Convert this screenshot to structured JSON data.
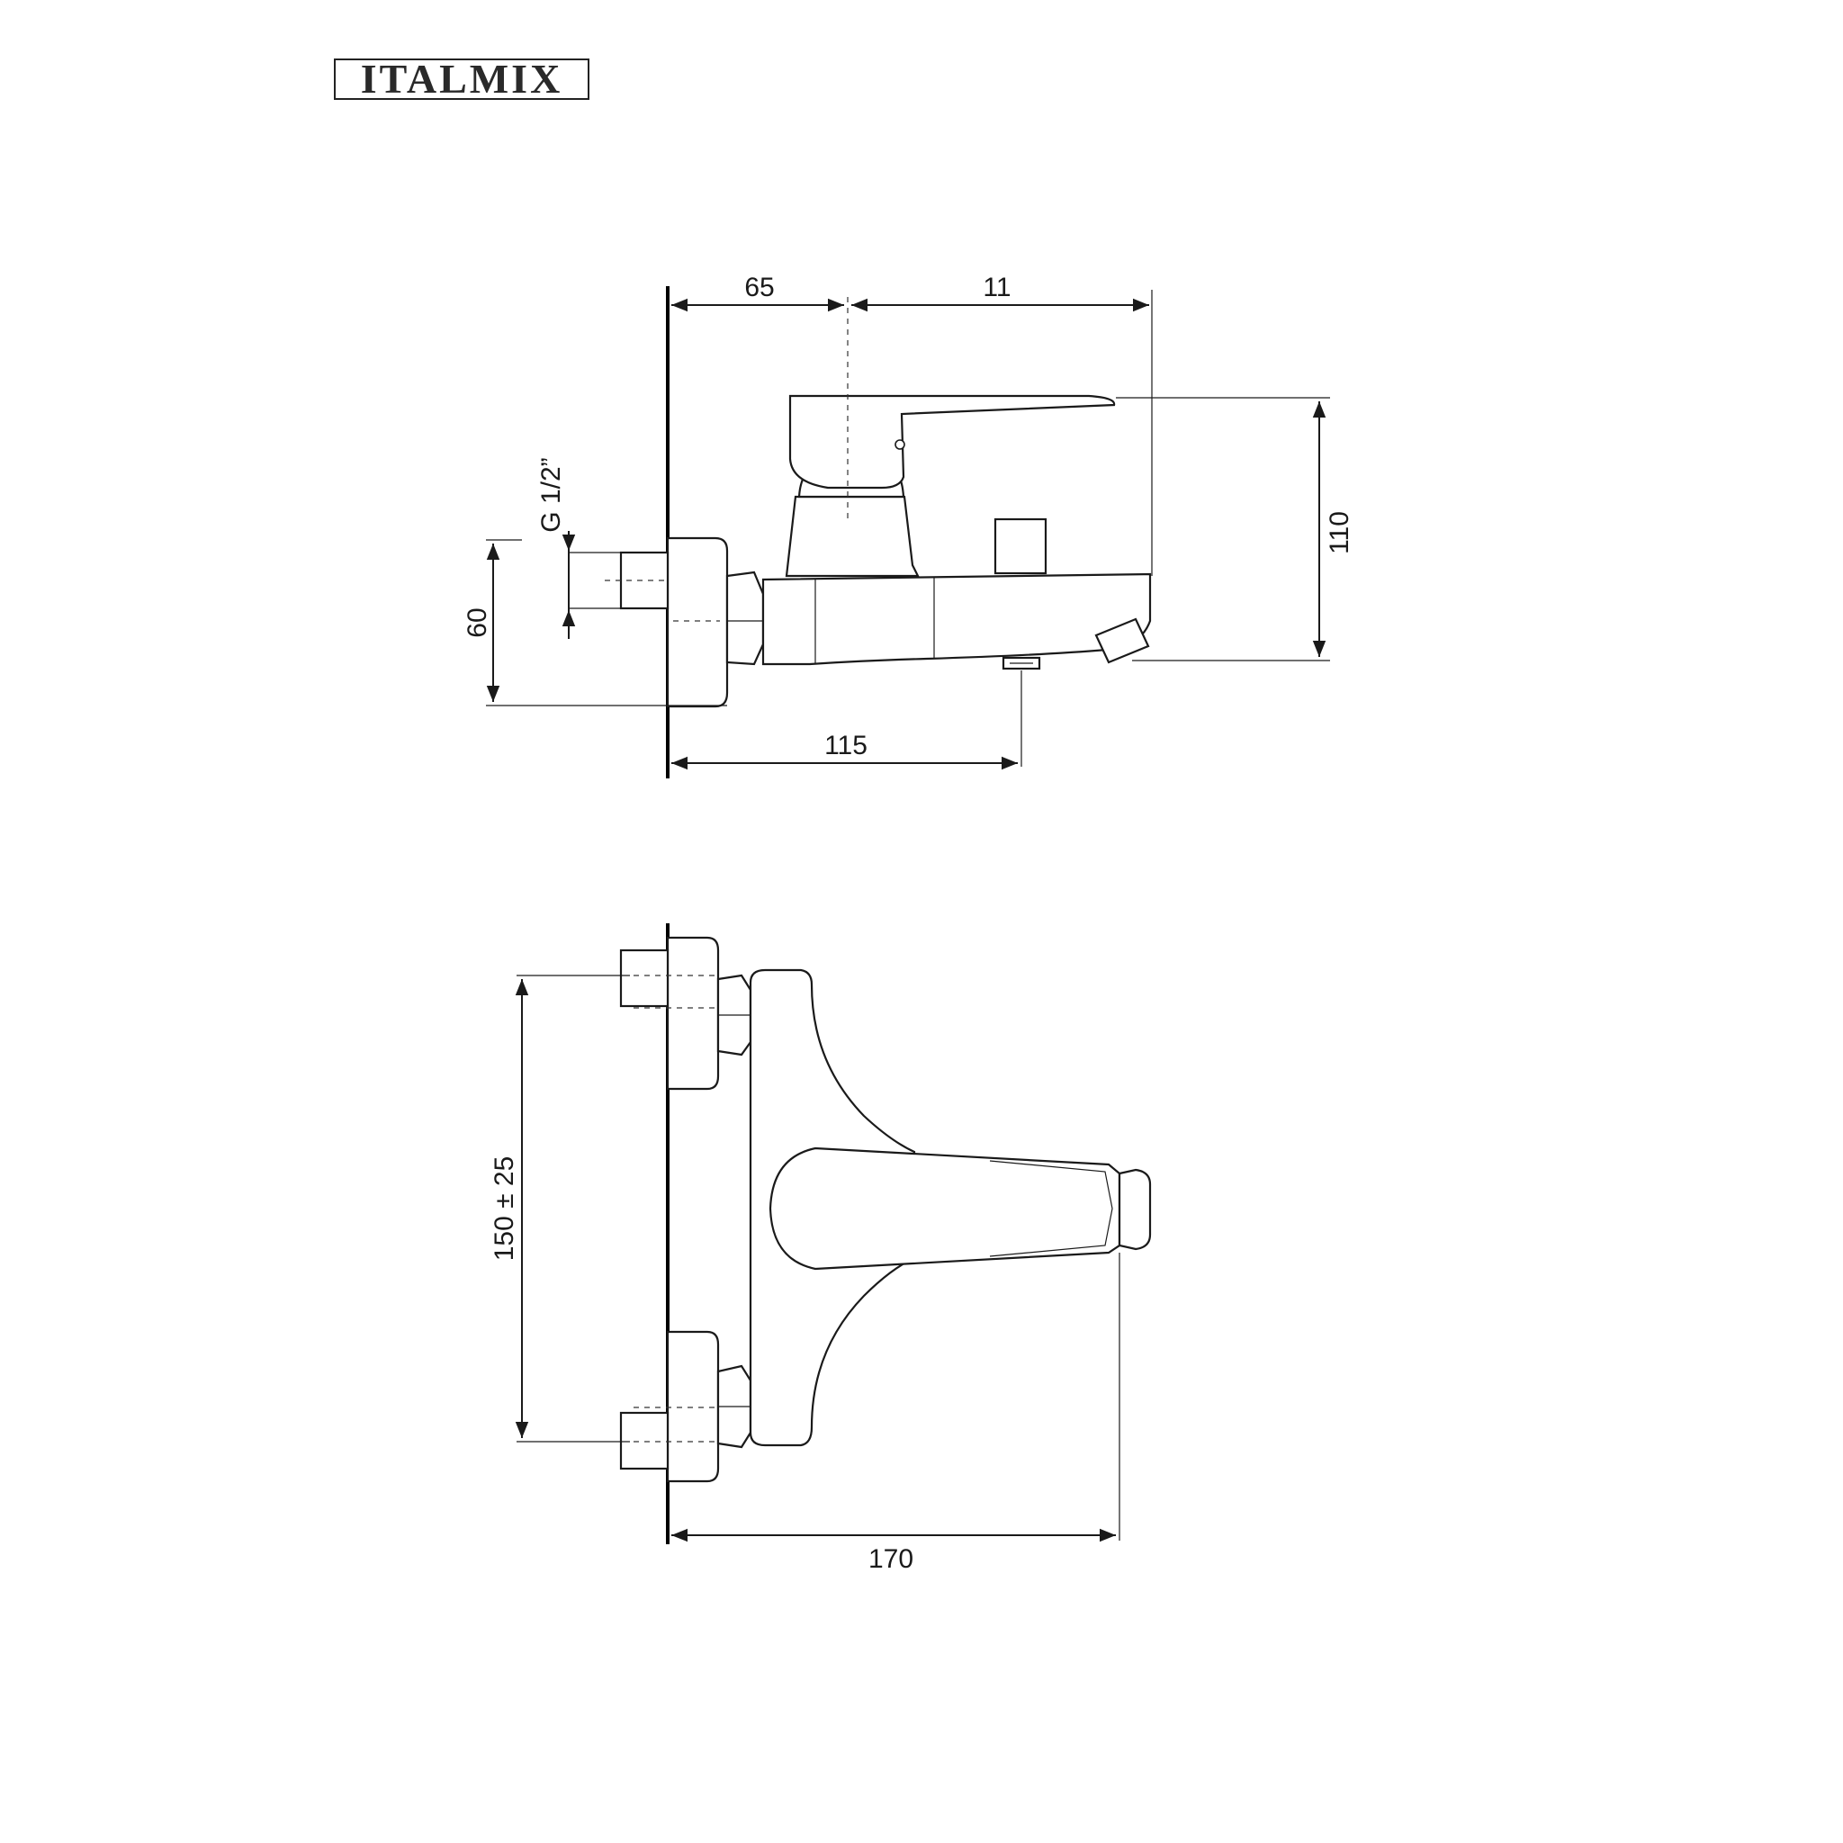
{
  "brand": {
    "logo_text": "ITALMIX"
  },
  "side_view": {
    "dim_65": "65",
    "dim_11": "11",
    "dim_110": "110",
    "dim_60": "60",
    "dim_115": "115",
    "thread_label": "G 1/2”"
  },
  "front_view": {
    "dim_150": "150 ± 25",
    "dim_170": "170"
  }
}
